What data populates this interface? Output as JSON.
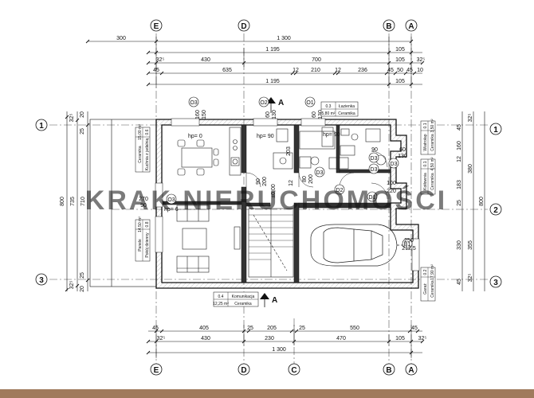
{
  "dims": {
    "top1": [
      "300",
      "1 300"
    ],
    "top2": [
      "1 195",
      "105"
    ],
    "top3": [
      "32⁵",
      "430",
      "700",
      "105",
      "32⁵"
    ],
    "top4": [
      "45",
      "635",
      "12",
      "210",
      "12",
      "236",
      "45",
      "50",
      "45",
      "10"
    ],
    "top5": [
      "1 195",
      "105"
    ],
    "bot1": [
      "45",
      "405",
      "25",
      "205",
      "25",
      "550",
      "45"
    ],
    "bot2": [
      "32⁵",
      "430",
      "230",
      "470",
      "105",
      "32⁵"
    ],
    "bot3": [
      "1 300"
    ],
    "left": [
      "32⁵",
      "20",
      "25",
      "800",
      "735",
      "710",
      "25",
      "20",
      "32⁵"
    ],
    "right": [
      "32⁵",
      "45",
      "160",
      "12",
      "183",
      "25",
      "330",
      "45",
      "380",
      "800",
      "355",
      "32⁵"
    ]
  },
  "axes": {
    "columns": [
      "E",
      "D",
      "B",
      "A",
      "C"
    ],
    "rows": [
      "1",
      "2",
      "3"
    ]
  },
  "rooms": [
    {
      "number": "0.3",
      "name": "Łazienka",
      "area": "5,80 m²",
      "finish": "Ceramika"
    },
    {
      "number": "0.6",
      "name": "Kuchnia z jadalnią",
      "area": "15,00 m²",
      "finish": "Ceramika"
    },
    {
      "number": "0.8",
      "name": "Pokój dzienny",
      "area": "14,50 m²",
      "finish": "Panele"
    },
    {
      "number": "0.4",
      "name": "Komunikacja",
      "area": "12,25 m²",
      "finish": "Ceramika"
    },
    {
      "number": "0.1",
      "name": "Wiatrołap",
      "area": "3,50 m²",
      "finish": "Ceramika"
    },
    {
      "number": "0.2",
      "name": "Garaż",
      "area": "17,90 m²",
      "finish": "Ceramika"
    },
    {
      "number": "0.1",
      "name": "Kotłownia",
      "area": "4,50 m²",
      "finish": "Ceramika"
    }
  ],
  "tags": {
    "o": [
      "O3",
      "O2",
      "O1",
      "O3"
    ],
    "d": [
      "D3",
      "D3",
      "D3",
      "D3",
      "D2",
      "D1"
    ],
    "b": "B1",
    "section": "A"
  },
  "notes": {
    "hp1": "hp= 0",
    "hp2": "hp= 90",
    "hp3": "hp= 90",
    "hp4": "hp= 6",
    "level": "±0,00",
    "win": [
      "160",
      "150",
      "60",
      "130",
      "60",
      "130",
      "90",
      "200",
      "60",
      "130",
      "80",
      "200",
      "12",
      "100",
      "220",
      "250",
      "212,5",
      "270",
      "90",
      "203",
      "90"
    ]
  },
  "watermark": "KRAK NIERUCHOMOŚCI"
}
